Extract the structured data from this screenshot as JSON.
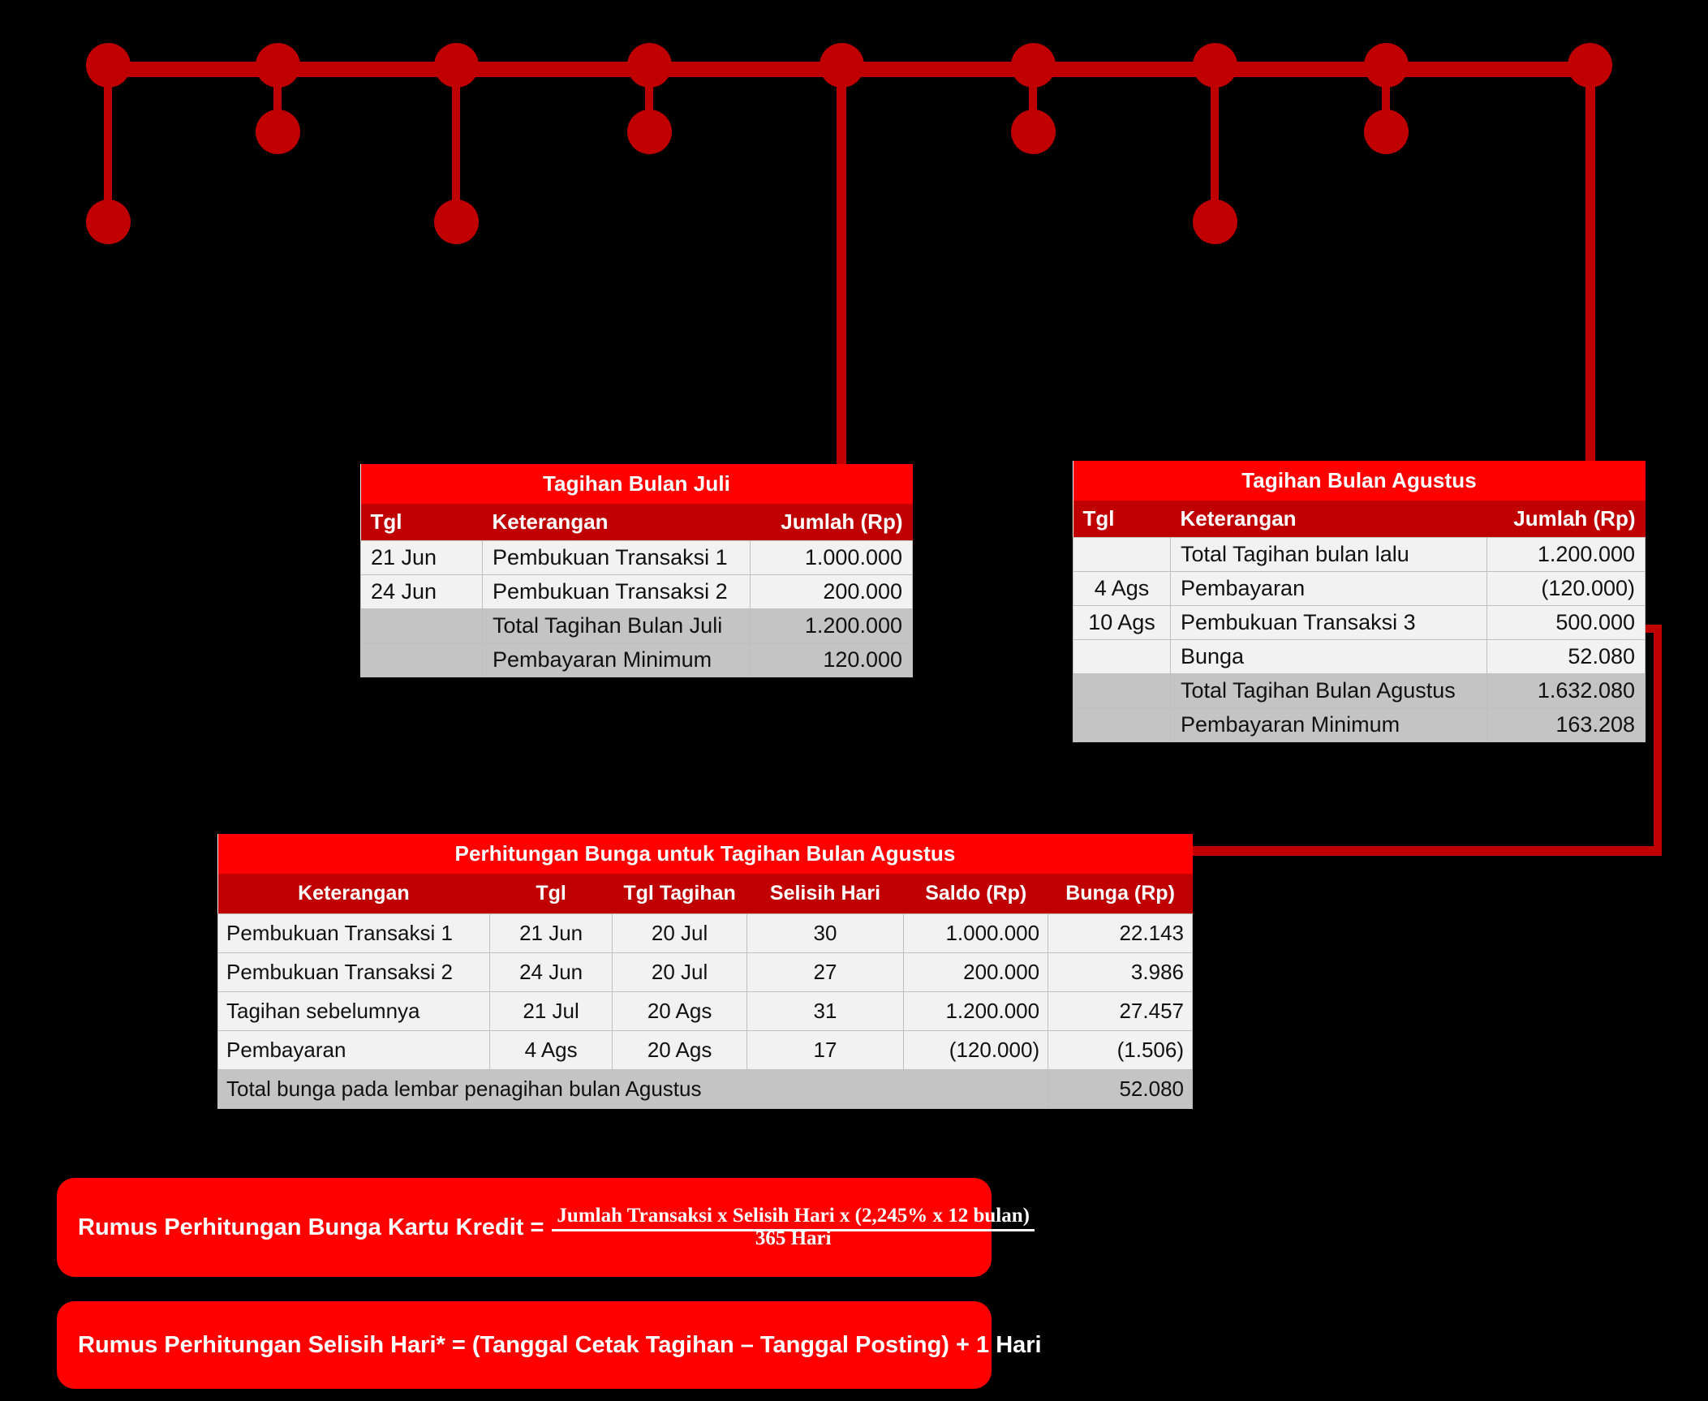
{
  "timeline": {
    "color": "#C00000",
    "nodes": [
      {
        "label": "node-1",
        "stem": "long"
      },
      {
        "label": "node-2",
        "stem": "short"
      },
      {
        "label": "node-3",
        "stem": "long"
      },
      {
        "label": "node-4",
        "stem": "short"
      },
      {
        "label": "node-5",
        "stem": "table-juli"
      },
      {
        "label": "node-6",
        "stem": "short"
      },
      {
        "label": "node-7",
        "stem": "long"
      },
      {
        "label": "node-8",
        "stem": "short"
      },
      {
        "label": "node-9",
        "stem": "table-agustus"
      }
    ]
  },
  "colors": {
    "title_bar": "#FF0000",
    "header_row": "#C00000",
    "row_bg": "#F2F2F2",
    "total_row_bg": "#C4C4C4",
    "connector": "#C00000",
    "background": "#000000"
  },
  "juli_table": {
    "title": "Tagihan Bulan Juli",
    "columns": [
      "Tgl",
      "Keterangan",
      "Jumlah (Rp)"
    ],
    "rows": [
      {
        "tgl": "21 Jun",
        "keterangan": "Pembukuan Transaksi 1",
        "jumlah": "1.000.000",
        "total": false
      },
      {
        "tgl": "24 Jun",
        "keterangan": "Pembukuan Transaksi 2",
        "jumlah": "200.000",
        "total": false
      },
      {
        "tgl": "",
        "keterangan": "Total Tagihan Bulan Juli",
        "jumlah": "1.200.000",
        "total": true
      },
      {
        "tgl": "",
        "keterangan": "Pembayaran Minimum",
        "jumlah": "120.000",
        "total": true
      }
    ]
  },
  "agustus_table": {
    "title": "Tagihan Bulan Agustus",
    "columns": [
      "Tgl",
      "Keterangan",
      "Jumlah (Rp)"
    ],
    "rows": [
      {
        "tgl": "",
        "keterangan": "Total Tagihan bulan lalu",
        "jumlah": "1.200.000",
        "total": false
      },
      {
        "tgl": "4 Ags",
        "keterangan": "Pembayaran",
        "jumlah": "(120.000)",
        "total": false
      },
      {
        "tgl": "10 Ags",
        "keterangan": "Pembukuan Transaksi 3",
        "jumlah": "500.000",
        "total": false
      },
      {
        "tgl": "",
        "keterangan": "Bunga",
        "jumlah": "52.080",
        "total": false
      },
      {
        "tgl": "",
        "keterangan": "Total Tagihan Bulan Agustus",
        "jumlah": "1.632.080",
        "total": true
      },
      {
        "tgl": "",
        "keterangan": "Pembayaran Minimum",
        "jumlah": "163.208",
        "total": true
      }
    ]
  },
  "interest_table": {
    "title": "Perhitungan Bunga untuk Tagihan Bulan Agustus",
    "columns": [
      "Keterangan",
      "Tgl",
      "Tgl Tagihan",
      "Selisih Hari",
      "Saldo (Rp)",
      "Bunga (Rp)"
    ],
    "rows": [
      {
        "keterangan": "Pembukuan Transaksi 1",
        "tgl": "21 Jun",
        "tgl_tagihan": "20 Jul",
        "selisih_hari": "30",
        "saldo": "1.000.000",
        "bunga": "22.143"
      },
      {
        "keterangan": "Pembukuan Transaksi 2",
        "tgl": "24 Jun",
        "tgl_tagihan": "20 Jul",
        "selisih_hari": "27",
        "saldo": "200.000",
        "bunga": "3.986"
      },
      {
        "keterangan": "Tagihan sebelumnya",
        "tgl": "21 Jul",
        "tgl_tagihan": "20 Ags",
        "selisih_hari": "31",
        "saldo": "1.200.000",
        "bunga": "27.457"
      },
      {
        "keterangan": "Pembayaran",
        "tgl": "4 Ags",
        "tgl_tagihan": "20 Ags",
        "selisih_hari": "17",
        "saldo": "(120.000)",
        "bunga": "(1.506)"
      }
    ],
    "total_label": "Total bunga pada lembar penagihan bulan Agustus",
    "total_value": "52.080"
  },
  "formula_bunga": {
    "label": "Rumus Perhitungan Bunga Kartu Kredit =",
    "numerator": "Jumlah Transaksi x Selisih Hari x (2,245% x 12 bulan)",
    "denominator": "365 Hari"
  },
  "formula_selisih": {
    "text": "Rumus Perhitungan Selisih Hari* = (Tanggal Cetak Tagihan – Tanggal Posting) + 1 Hari"
  }
}
